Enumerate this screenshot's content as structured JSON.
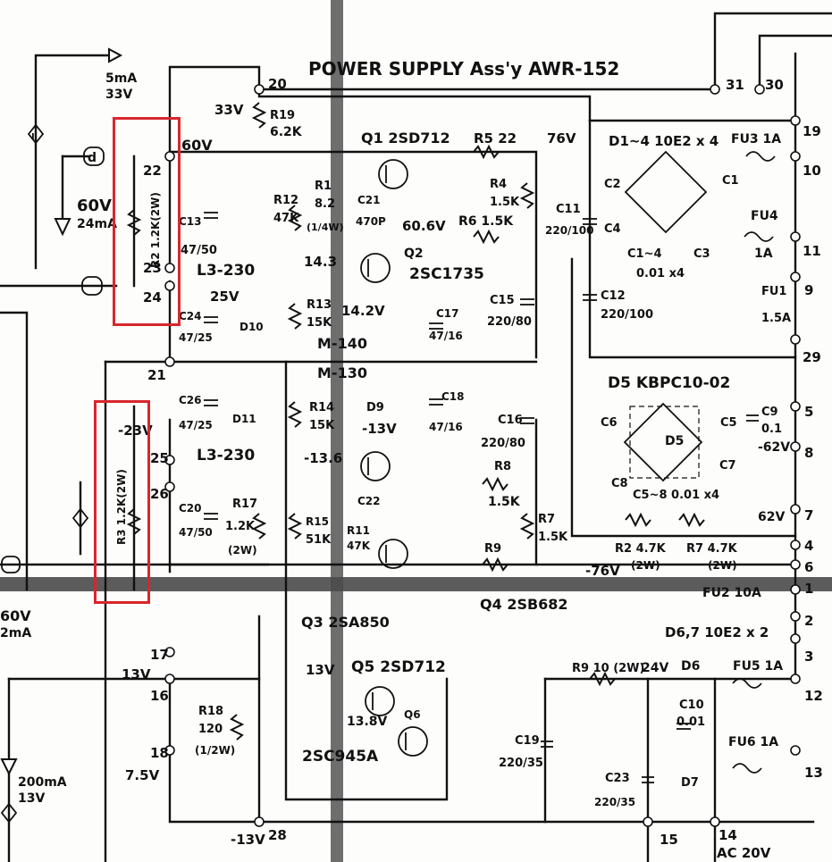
{
  "title": "POWER SUPPLY Ass'y AWR-152",
  "highlights": [
    {
      "label": "R2 1.2K(2W)"
    },
    {
      "label": "R3 1.2K(2W)"
    }
  ],
  "left_labels": {
    "cur_top": "5mA",
    "volt_top": "33V",
    "d_tag": "d",
    "v60": "60V",
    "ma24": "24mA",
    "v60b": "60V",
    "ma2": "2mA",
    "ma200": "200mA",
    "v13": "13V"
  },
  "terminals": [
    "20",
    "22",
    "23",
    "24",
    "21",
    "25",
    "26",
    "17",
    "16",
    "18",
    "28",
    "31",
    "30",
    "19",
    "10",
    "11",
    "9",
    "29",
    "5",
    "8",
    "7",
    "4",
    "6",
    "3",
    "2",
    "12",
    "13",
    "15",
    "14",
    "1"
  ],
  "voltages": {
    "v33": "33V",
    "v60": "60V",
    "v25": "25V",
    "m23": "-23V",
    "v13": "13V",
    "v75": "7.5V",
    "m13": "-13V",
    "v76": "76V",
    "v608": "60.6V",
    "v143": "14.3",
    "v142": "14.2V",
    "m140": "M-140",
    "m130": "M-130",
    "m13v": "-13V",
    "m136": "-13.6",
    "m76": "-76V",
    "m62": "-62V",
    "v62": "62V",
    "v24": "24V",
    "v138": "13.8V",
    "v13b": "13V",
    "l230a": "L3-230",
    "l230b": "L3-230"
  },
  "transistors": [
    {
      "ref": "Q1",
      "part": "2SD712"
    },
    {
      "ref": "Q2",
      "part": "2SC1735"
    },
    {
      "ref": "Q3",
      "part": "2SA850"
    },
    {
      "ref": "Q4",
      "part": "2SB682"
    },
    {
      "ref": "Q5",
      "part": "2SD712"
    },
    {
      "ref": "Q6",
      "part": "2SC945A"
    }
  ],
  "resistors": {
    "R19": [
      "R19",
      "6.2K"
    ],
    "R2": "R2 1.2K(2W)",
    "R3": "R3 1.2K(2W)",
    "R12": [
      "R12",
      "47K"
    ],
    "R10": [
      "R1",
      "8.2",
      "(1/4W)"
    ],
    "R5": "R5 22",
    "R4": [
      "R4",
      "1.5K"
    ],
    "R6": "R6 1.5K",
    "R13": [
      "R13",
      "15K"
    ],
    "R14": [
      "R14",
      "15K"
    ],
    "R17": [
      "R17",
      "1.2K",
      "(2W)"
    ],
    "R15": [
      "R15",
      "51K"
    ],
    "R11": [
      "R11",
      "47K"
    ],
    "R8": [
      "R8",
      "1.5K"
    ],
    "R7": [
      "R7",
      "1.5K"
    ],
    "R9": "R9",
    "R2b": "R2 4.7K",
    "R2bw": "(2W)",
    "R7b": "R7 4.7K",
    "R7bw": "(2W)",
    "R18": [
      "R18",
      "120",
      "(1/2W)"
    ],
    "R9b": "R9 10 (2W)"
  },
  "capacitors": {
    "C13": [
      "C13",
      "47/50"
    ],
    "C24": [
      "C24",
      "47/25"
    ],
    "C26": [
      "C26",
      "47/25"
    ],
    "C20": [
      "C20",
      "47/50"
    ],
    "C21": [
      "C21",
      "470P"
    ],
    "C17": [
      "C17",
      "47/16"
    ],
    "C18": [
      "C18",
      "47/16"
    ],
    "C15": [
      "C15",
      "220/80"
    ],
    "C16": [
      "C16",
      "220/80"
    ],
    "C11": [
      "C11",
      "220/100"
    ],
    "C12": [
      "C12",
      "220/100"
    ],
    "C14": [
      "C1~4",
      "0.01 x4"
    ],
    "C22": "C22",
    "C5_8": "C5~8 0.01 x4",
    "C9": [
      "C9",
      "0.1"
    ],
    "C10": [
      "C10",
      "0.01"
    ],
    "C19": [
      "C19",
      "220/35"
    ],
    "C23": [
      "C23",
      "220/35"
    ],
    "C2": "C2",
    "C4": "C4",
    "C1": "C1",
    "C3": "C3",
    "C6": "C6",
    "C8": "C8",
    "C5": "C5",
    "C7": "C7"
  },
  "diodes": {
    "D1_4": "D1~4 10E2 x 4",
    "D5": "D5 KBPC10-02",
    "D5in": "D5",
    "D10": "D10",
    "D11": "D11",
    "D9": "D9",
    "D6_7": "D6,7 10E2 x 2",
    "D6": "D6",
    "D7": "D7"
  },
  "fuses": {
    "FU3": "FU3 1A",
    "FU4": [
      "FU4",
      "1A"
    ],
    "FU1": [
      "FU1",
      "1.5A"
    ],
    "FU2": "FU2 10A",
    "FU5": "FU5 1A",
    "FU6": "FU6 1A"
  },
  "ac": "AC 20V"
}
